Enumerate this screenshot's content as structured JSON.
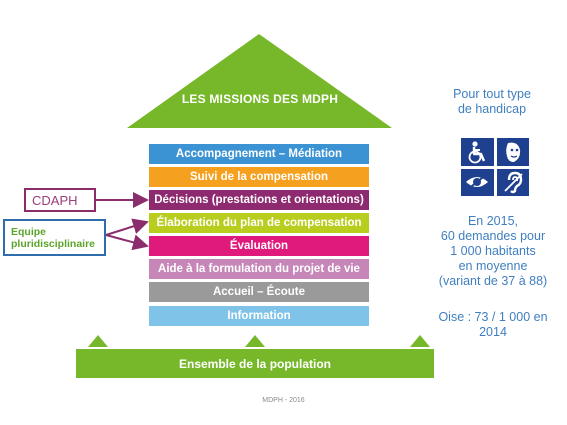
{
  "roof": {
    "title": "LES MISSIONS DES MDPH",
    "color": "#77b82a"
  },
  "bands": [
    {
      "label": "Accompagnement – Médiation",
      "color": "#3c93d4"
    },
    {
      "label": "Suivi de la compensation",
      "color": "#f5a01f"
    },
    {
      "label": "Décisions (prestations et orientations)",
      "color": "#8e2a6f"
    },
    {
      "label": "Élaboration du plan de compensation",
      "color": "#b9cd1e"
    },
    {
      "label": "Évaluation",
      "color": "#e0197d"
    },
    {
      "label": "Aide à la formulation du projet de vie",
      "color": "#c687b8"
    },
    {
      "label": "Accueil – Écoute",
      "color": "#9a9a9a"
    },
    {
      "label": "Information",
      "color": "#7fc3e8"
    }
  ],
  "base": {
    "label": "Ensemble de la population"
  },
  "annotations": {
    "cdaph": "CDAPH",
    "equipe": "Equipe pluridisciplinaire"
  },
  "sidebar": {
    "handicap_line1": "Pour tout type",
    "handicap_line2": "de handicap",
    "icons": [
      "wheelchair-icon",
      "mental-face-icon",
      "eye-icon",
      "ear-icon"
    ],
    "stats_line1": "En 2015,",
    "stats_line2": "60 demandes pour",
    "stats_line3": "1 000 habitants",
    "stats_line4": "en moyenne",
    "stats_line5": "(variant de 37 à 88)",
    "oise_line1": "Oise : 73 / 1 000 en",
    "oise_line2": "2014"
  },
  "credit": "MDPH -  2016"
}
